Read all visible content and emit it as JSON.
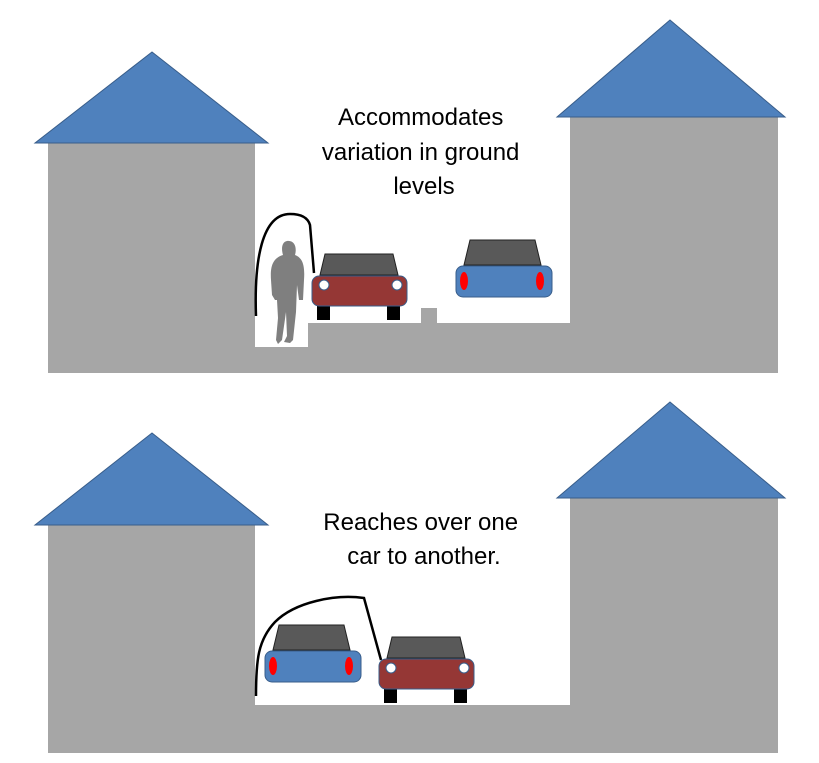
{
  "colors": {
    "wall": "#a6a6a6",
    "roof": "#4f81bd",
    "red_car": "#953735",
    "blue_car": "#4f81bd",
    "car_roof": "#595959",
    "tail_light": "#ff0000",
    "person": "#7f7f7f"
  },
  "scene_top": {
    "caption": [
      "Accommodates",
      "variation in ground",
      "levels"
    ]
  },
  "scene_bottom": {
    "caption": [
      "Reaches over one",
      "car to another."
    ]
  }
}
